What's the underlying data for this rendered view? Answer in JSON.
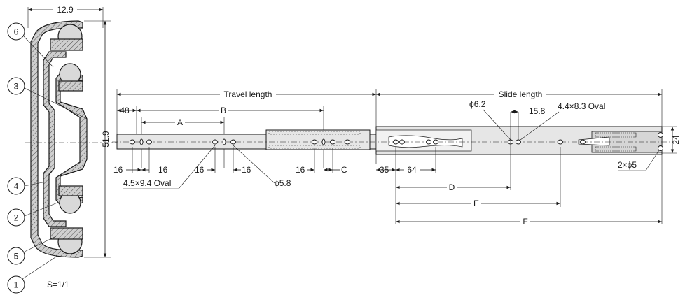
{
  "dimensions": {
    "width_12_9": "12.9",
    "height_51_9": "51.9",
    "travel_length": "Travel length",
    "slide_length": "Slide length",
    "d48": "48",
    "A": "A",
    "B": "B",
    "C": "C",
    "D": "D",
    "E": "E",
    "F": "F",
    "d16a": "16",
    "d16b": "16",
    "d16c": "16",
    "d16d": "16",
    "d16e": "16",
    "d35": "35",
    "d64": "64",
    "phi6_2": "ϕ6.2",
    "d15_8": "15.8",
    "oval_4_4": "4.4×8.3 Oval",
    "oval_4_5": "4.5×9.4 Oval",
    "phi5_8": "ϕ5.8",
    "twophi5": "2×ϕ5",
    "d24": "24"
  },
  "callouts": [
    "6",
    "3",
    "4",
    "2",
    "5",
    "1"
  ],
  "scale": "S=1/1"
}
